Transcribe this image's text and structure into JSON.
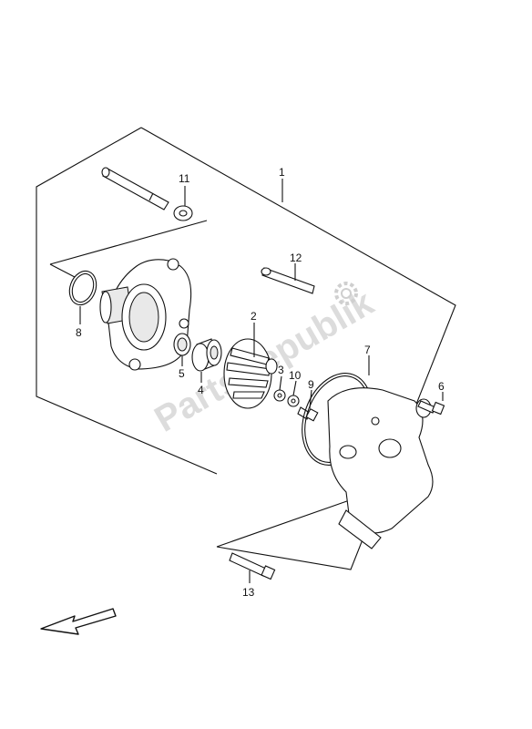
{
  "callouts": {
    "c1": "1",
    "c2": "2",
    "c3": "3",
    "c4": "4",
    "c5": "5",
    "c6": "6",
    "c7": "7",
    "c8": "8",
    "c9": "9",
    "c10": "10",
    "c11": "11",
    "c12": "12",
    "c13": "13"
  },
  "watermark": {
    "text": "PartsRepublik",
    "icon": "gear-icon"
  },
  "direction_arrow": {
    "icon": "arrow-icon"
  },
  "colors": {
    "line": "#111111",
    "watermark": "#d7d7d7"
  }
}
